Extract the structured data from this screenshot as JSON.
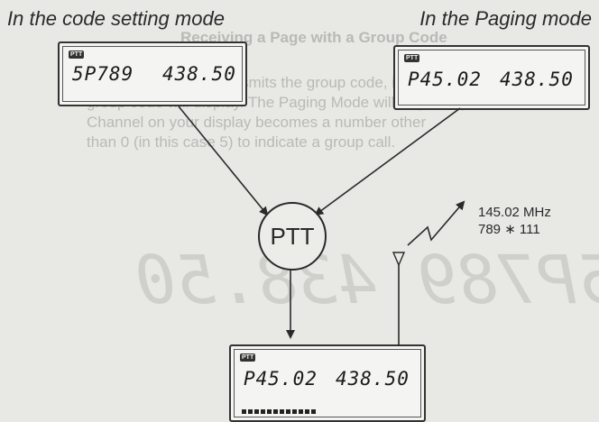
{
  "headings": {
    "code_setting": "In the code setting mode",
    "paging": "In the Paging mode"
  },
  "displays": {
    "code_setting": {
      "ptt_tag": "PTT",
      "left": "5P789",
      "right": "438.50"
    },
    "paging": {
      "ptt_tag": "PTT",
      "left": "P45.02",
      "right": "438.50"
    },
    "transmit": {
      "ptt_tag": "PTT",
      "left": "P45.02",
      "right": "438.50"
    }
  },
  "ptt": {
    "label": "PTT"
  },
  "transmission": {
    "frequency": "145.02 MHz",
    "code": "789 ∗ 111"
  },
  "bleed_through": {
    "line1": "Receiving a Page with a Group Code",
    "line2": "When your station transmits the group code, its",
    "line3": "group code will display. The Paging Mode will begin only",
    "line4": "Channel on your display becomes a number other",
    "line5": "than 0 (in this case 5) to indicate a group call."
  },
  "colors": {
    "ink": "#2a2a2a",
    "paper": "#e8e8e5",
    "lcd_bg": "#f4f4f2"
  }
}
